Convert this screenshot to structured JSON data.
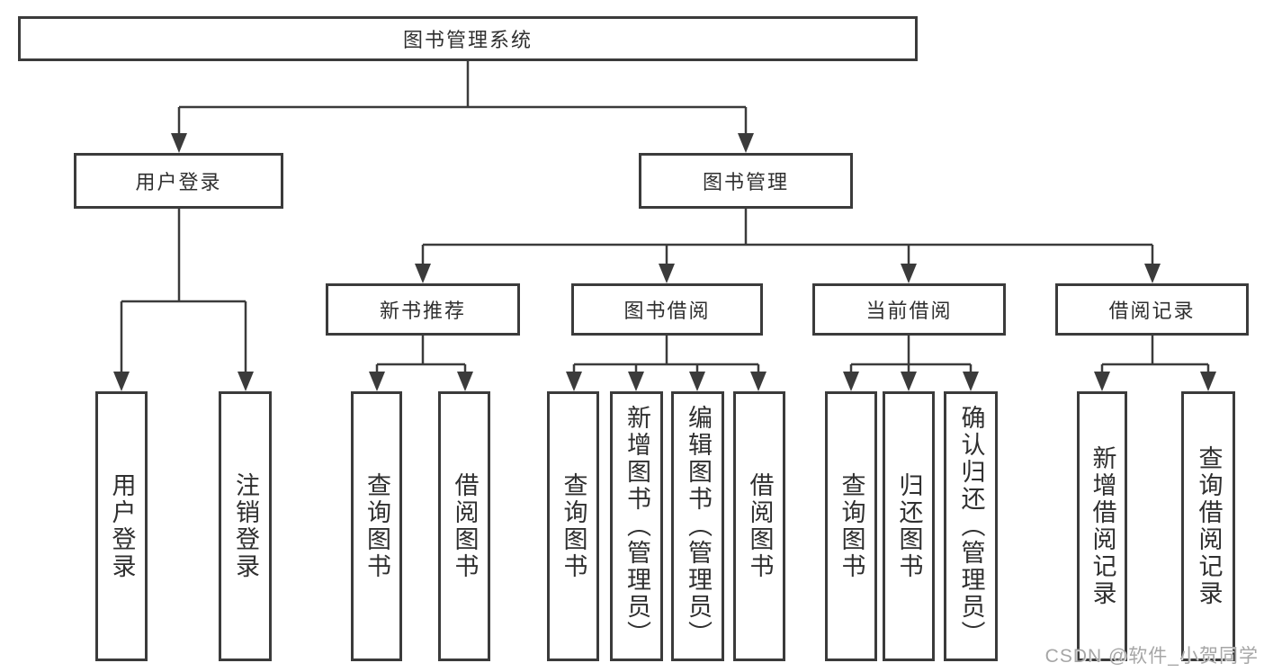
{
  "nodes": {
    "root": "图书管理系统",
    "login": {
      "label": "用户登录",
      "children": [
        "用户登录",
        "注销登录"
      ]
    },
    "mgmt": {
      "label": "图书管理",
      "groups": [
        {
          "label": "新书推荐",
          "children": [
            "查询图书",
            "借阅图书"
          ]
        },
        {
          "label": "图书借阅",
          "children": [
            "查询图书",
            "新增图书（管理员）",
            "编辑图书（管理员）",
            "借阅图书"
          ]
        },
        {
          "label": "当前借阅",
          "children": [
            "查询图书",
            "归还图书",
            "确认归还（管理员）"
          ]
        },
        {
          "label": "借阅记录",
          "children": [
            "新增借阅记录",
            "查询借阅记录"
          ]
        }
      ]
    }
  },
  "watermark": "CSDN @软件_小贺同学",
  "colors": {
    "line": "#3b3b3b",
    "box_border": "#3b3b3b",
    "text": "#2f2f2f",
    "background": "#ffffff",
    "watermark": "#a6a6a6"
  }
}
